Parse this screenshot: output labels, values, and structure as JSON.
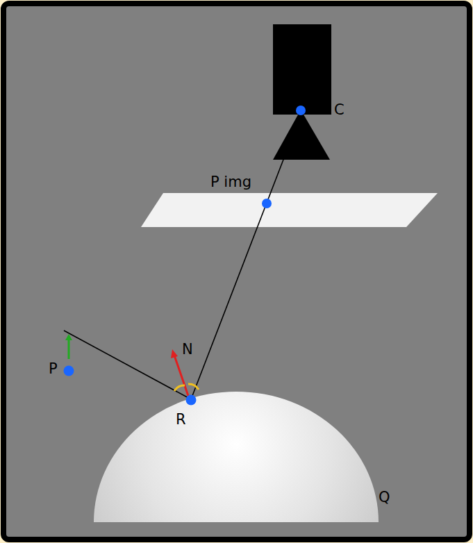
{
  "diagram": {
    "labels": [
      "C",
      "P img",
      "N",
      "P",
      "R",
      "Q"
    ]
  }
}
